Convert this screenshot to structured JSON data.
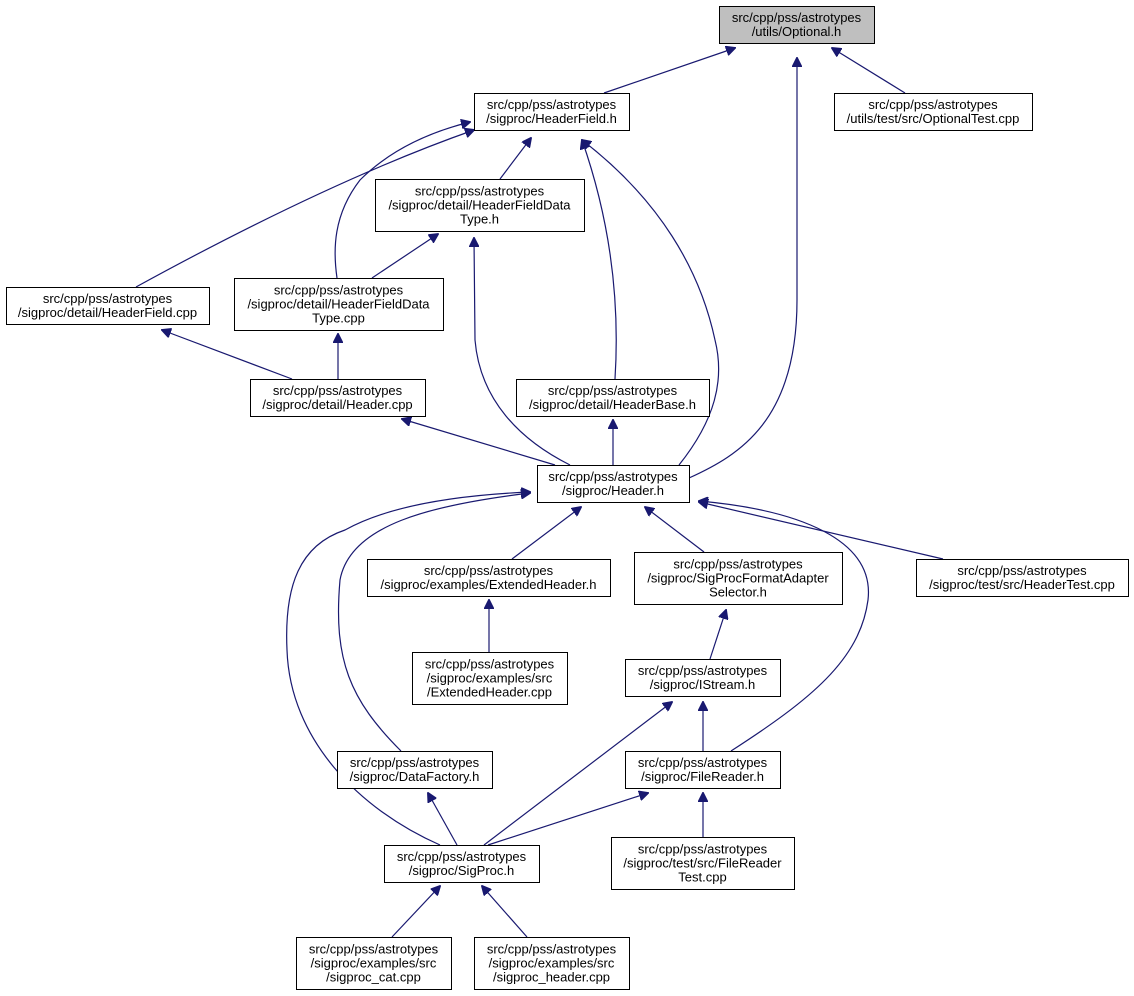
{
  "colors": {
    "edge": "#191970",
    "border": "#000000",
    "node_fill": "#ffffff",
    "highlight_fill": "#bfbfbf"
  },
  "nodes": {
    "optional_h": {
      "lines": [
        "src/cpp/pss/astrotypes",
        "/utils/Optional.h"
      ],
      "highlight": true
    },
    "headerfield_h": {
      "lines": [
        "src/cpp/pss/astrotypes",
        "/sigproc/HeaderField.h"
      ]
    },
    "optionaltest_cpp": {
      "lines": [
        "src/cpp/pss/astrotypes",
        "/utils/test/src/OptionalTest.cpp"
      ]
    },
    "hfdatatype_h": {
      "lines": [
        "src/cpp/pss/astrotypes",
        "/sigproc/detail/HeaderFieldData",
        "Type.h"
      ]
    },
    "headerfield_cpp": {
      "lines": [
        "src/cpp/pss/astrotypes",
        "/sigproc/detail/HeaderField.cpp"
      ]
    },
    "hfdatatype_cpp": {
      "lines": [
        "src/cpp/pss/astrotypes",
        "/sigproc/detail/HeaderFieldData",
        "Type.cpp"
      ]
    },
    "header_cpp": {
      "lines": [
        "src/cpp/pss/astrotypes",
        "/sigproc/detail/Header.cpp"
      ]
    },
    "headerbase_h": {
      "lines": [
        "src/cpp/pss/astrotypes",
        "/sigproc/detail/HeaderBase.h"
      ]
    },
    "header_h": {
      "lines": [
        "src/cpp/pss/astrotypes",
        "/sigproc/Header.h"
      ]
    },
    "extheader_h": {
      "lines": [
        "src/cpp/pss/astrotypes",
        "/sigproc/examples/ExtendedHeader.h"
      ]
    },
    "fmtadapter_h": {
      "lines": [
        "src/cpp/pss/astrotypes",
        "/sigproc/SigProcFormatAdapter",
        "Selector.h"
      ]
    },
    "headertest_cpp": {
      "lines": [
        "src/cpp/pss/astrotypes",
        "/sigproc/test/src/HeaderTest.cpp"
      ]
    },
    "extheader_cpp": {
      "lines": [
        "src/cpp/pss/astrotypes",
        "/sigproc/examples/src",
        "/ExtendedHeader.cpp"
      ]
    },
    "istream_h": {
      "lines": [
        "src/cpp/pss/astrotypes",
        "/sigproc/IStream.h"
      ]
    },
    "datafactory_h": {
      "lines": [
        "src/cpp/pss/astrotypes",
        "/sigproc/DataFactory.h"
      ]
    },
    "filereader_h": {
      "lines": [
        "src/cpp/pss/astrotypes",
        "/sigproc/FileReader.h"
      ]
    },
    "sigproc_h": {
      "lines": [
        "src/cpp/pss/astrotypes",
        "/sigproc/SigProc.h"
      ]
    },
    "filereadertest_cpp": {
      "lines": [
        "src/cpp/pss/astrotypes",
        "/sigproc/test/src/FileReader",
        "Test.cpp"
      ]
    },
    "sigproc_cat_cpp": {
      "lines": [
        "src/cpp/pss/astrotypes",
        "/sigproc/examples/src",
        "/sigproc_cat.cpp"
      ]
    },
    "sigproc_header_cpp": {
      "lines": [
        "src/cpp/pss/astrotypes",
        "/sigproc/examples/src",
        "/sigproc_header.cpp"
      ]
    }
  },
  "edges": [
    [
      "headerfield_h",
      "optional_h"
    ],
    [
      "optionaltest_cpp",
      "optional_h"
    ],
    [
      "header_h",
      "optional_h"
    ],
    [
      "hfdatatype_h",
      "headerfield_h"
    ],
    [
      "headerfield_cpp",
      "headerfield_h"
    ],
    [
      "hfdatatype_cpp",
      "headerfield_h"
    ],
    [
      "headerbase_h",
      "headerfield_h"
    ],
    [
      "header_h",
      "headerfield_h"
    ],
    [
      "hfdatatype_cpp",
      "hfdatatype_h"
    ],
    [
      "header_h",
      "hfdatatype_h"
    ],
    [
      "header_cpp",
      "headerfield_cpp"
    ],
    [
      "header_cpp",
      "hfdatatype_cpp"
    ],
    [
      "header_h",
      "header_cpp"
    ],
    [
      "header_h",
      "headerbase_h"
    ],
    [
      "extheader_h",
      "header_h"
    ],
    [
      "fmtadapter_h",
      "header_h"
    ],
    [
      "headertest_cpp",
      "header_h"
    ],
    [
      "datafactory_h",
      "header_h"
    ],
    [
      "sigproc_h",
      "header_h"
    ],
    [
      "filereader_h",
      "header_h"
    ],
    [
      "extheader_cpp",
      "extheader_h"
    ],
    [
      "istream_h",
      "fmtadapter_h"
    ],
    [
      "filereader_h",
      "istream_h"
    ],
    [
      "sigproc_h",
      "istream_h"
    ],
    [
      "sigproc_h",
      "datafactory_h"
    ],
    [
      "sigproc_h",
      "filereader_h"
    ],
    [
      "filereadertest_cpp",
      "filereader_h"
    ],
    [
      "sigproc_cat_cpp",
      "sigproc_h"
    ],
    [
      "sigproc_header_cpp",
      "sigproc_h"
    ]
  ]
}
